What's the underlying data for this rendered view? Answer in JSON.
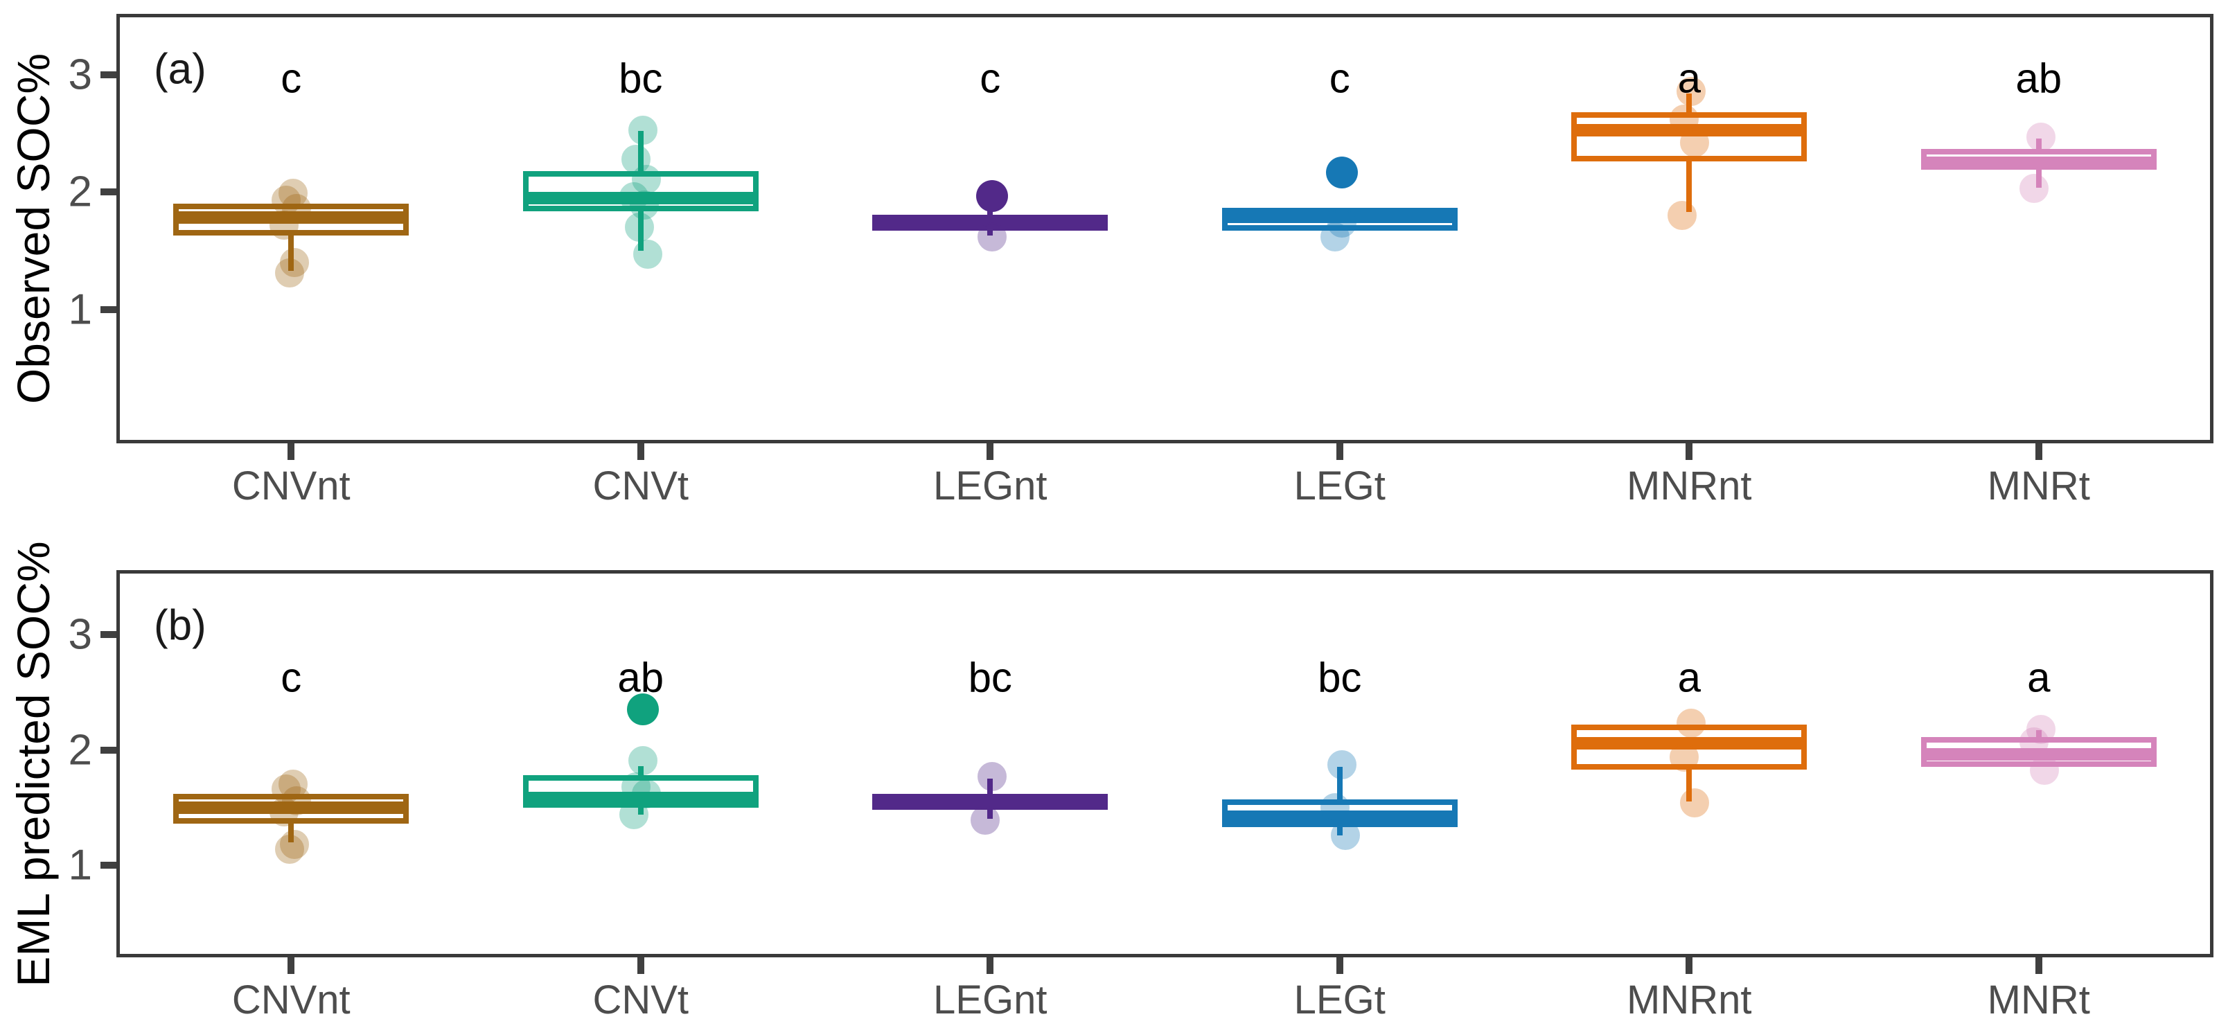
{
  "figure": {
    "background": "#ffffff",
    "border_color": "#3a3a3a",
    "tick_color": "#404040",
    "tick_label_color": "#4d4d4d",
    "letter_color": "#000000"
  },
  "chart_data": [
    {
      "type": "box",
      "panel_tag": "(a)",
      "ylabel": "Observed SOC%",
      "xlabel": "",
      "yticks": [
        1,
        2,
        3
      ],
      "ylim": [
        -0.14,
        3.52
      ],
      "grid": false,
      "legend": "none",
      "categories": [
        "CNVnt",
        "CNVt",
        "LEGnt",
        "LEGt",
        "MNRnt",
        "MNRt"
      ],
      "letters": [
        "c",
        "bc",
        "c",
        "c",
        "a",
        "ab"
      ],
      "letter_y": 2.97,
      "series": [
        {
          "label": "CNVnt",
          "color": "#9F6613",
          "q1": 1.63,
          "median": 1.785,
          "q3": 1.9,
          "whisker_low": 1.33,
          "whisker_high": null,
          "points_dark": [],
          "points_light": [
            1.99,
            1.93,
            1.86,
            1.72,
            1.4,
            1.31
          ]
        },
        {
          "label": "CNVt",
          "color": "#10A27E",
          "q1": 1.84,
          "median": 1.95,
          "q3": 2.18,
          "whisker_low": 1.5,
          "whisker_high": 2.52,
          "points_dark": [],
          "points_light": [
            2.53,
            2.28,
            2.11,
            1.96,
            1.89,
            1.7,
            1.47
          ]
        },
        {
          "label": "LEGnt",
          "color": "#522989",
          "q1": 1.67,
          "median": 1.74,
          "q3": 1.81,
          "whisker_low": 1.63,
          "whisker_high": 1.95,
          "points_dark": [
            1.97
          ],
          "points_light": [
            1.62
          ]
        },
        {
          "label": "LEGt",
          "color": "#1678B5",
          "q1": 1.67,
          "median": 1.79,
          "q3": 1.87,
          "whisker_low": null,
          "whisker_high": null,
          "points_dark": [
            2.17
          ],
          "points_light": [
            1.74,
            1.62
          ]
        },
        {
          "label": "MNRnt",
          "color": "#DE6D0C",
          "q1": 2.26,
          "median": 2.53,
          "q3": 2.68,
          "whisker_low": 1.83,
          "whisker_high": 2.84,
          "points_dark": [],
          "points_light": [
            2.86,
            2.62,
            2.42,
            1.8
          ]
        },
        {
          "label": "MNRt",
          "color": "#D584BB",
          "q1": 2.19,
          "median": 2.25,
          "q3": 2.37,
          "whisker_low": 2.04,
          "whisker_high": 2.46,
          "points_dark": [],
          "points_light": [
            2.47,
            2.03
          ]
        }
      ]
    },
    {
      "type": "box",
      "panel_tag": "(b)",
      "ylabel": "EML predicted SOC%",
      "xlabel": "",
      "yticks": [
        1,
        2,
        3
      ],
      "ylim": [
        0.2,
        3.56
      ],
      "grid": false,
      "legend": "none",
      "categories": [
        "CNVnt",
        "CNVt",
        "LEGnt",
        "LEGt",
        "MNRnt",
        "MNRt"
      ],
      "letters": [
        "c",
        "ab",
        "bc",
        "bc",
        "a",
        "a"
      ],
      "letter_y": 2.63,
      "series": [
        {
          "label": "CNVnt",
          "color": "#9F6613",
          "q1": 1.36,
          "median": 1.5,
          "q3": 1.62,
          "whisker_low": 1.2,
          "whisker_high": null,
          "points_dark": [],
          "points_light": [
            1.7,
            1.66,
            1.56,
            1.46,
            1.18,
            1.14
          ]
        },
        {
          "label": "CNVt",
          "color": "#10A27E",
          "q1": 1.5,
          "median": 1.58,
          "q3": 1.78,
          "whisker_low": 1.44,
          "whisker_high": 1.86,
          "points_dark": [
            2.35
          ],
          "points_light": [
            1.91,
            1.68,
            1.62,
            1.44
          ]
        },
        {
          "label": "LEGnt",
          "color": "#522989",
          "q1": 1.48,
          "median": 1.55,
          "q3": 1.62,
          "whisker_low": 1.4,
          "whisker_high": 1.75,
          "points_dark": [],
          "points_light": [
            1.77,
            1.39
          ]
        },
        {
          "label": "LEGt",
          "color": "#1678B5",
          "q1": 1.33,
          "median": 1.42,
          "q3": 1.57,
          "whisker_low": 1.26,
          "whisker_high": 1.85,
          "points_dark": [],
          "points_light": [
            1.87,
            1.5,
            1.26
          ]
        },
        {
          "label": "MNRnt",
          "color": "#DE6D0C",
          "q1": 1.83,
          "median": 2.06,
          "q3": 2.22,
          "whisker_low": 1.55,
          "whisker_high": null,
          "points_dark": [],
          "points_light": [
            2.23,
            1.94,
            1.54
          ]
        },
        {
          "label": "MNRt",
          "color": "#D584BB",
          "q1": 1.85,
          "median": 1.96,
          "q3": 2.11,
          "whisker_low": null,
          "whisker_high": 2.17,
          "points_dark": [],
          "points_light": [
            2.18,
            2.07,
            1.82
          ]
        }
      ]
    }
  ]
}
